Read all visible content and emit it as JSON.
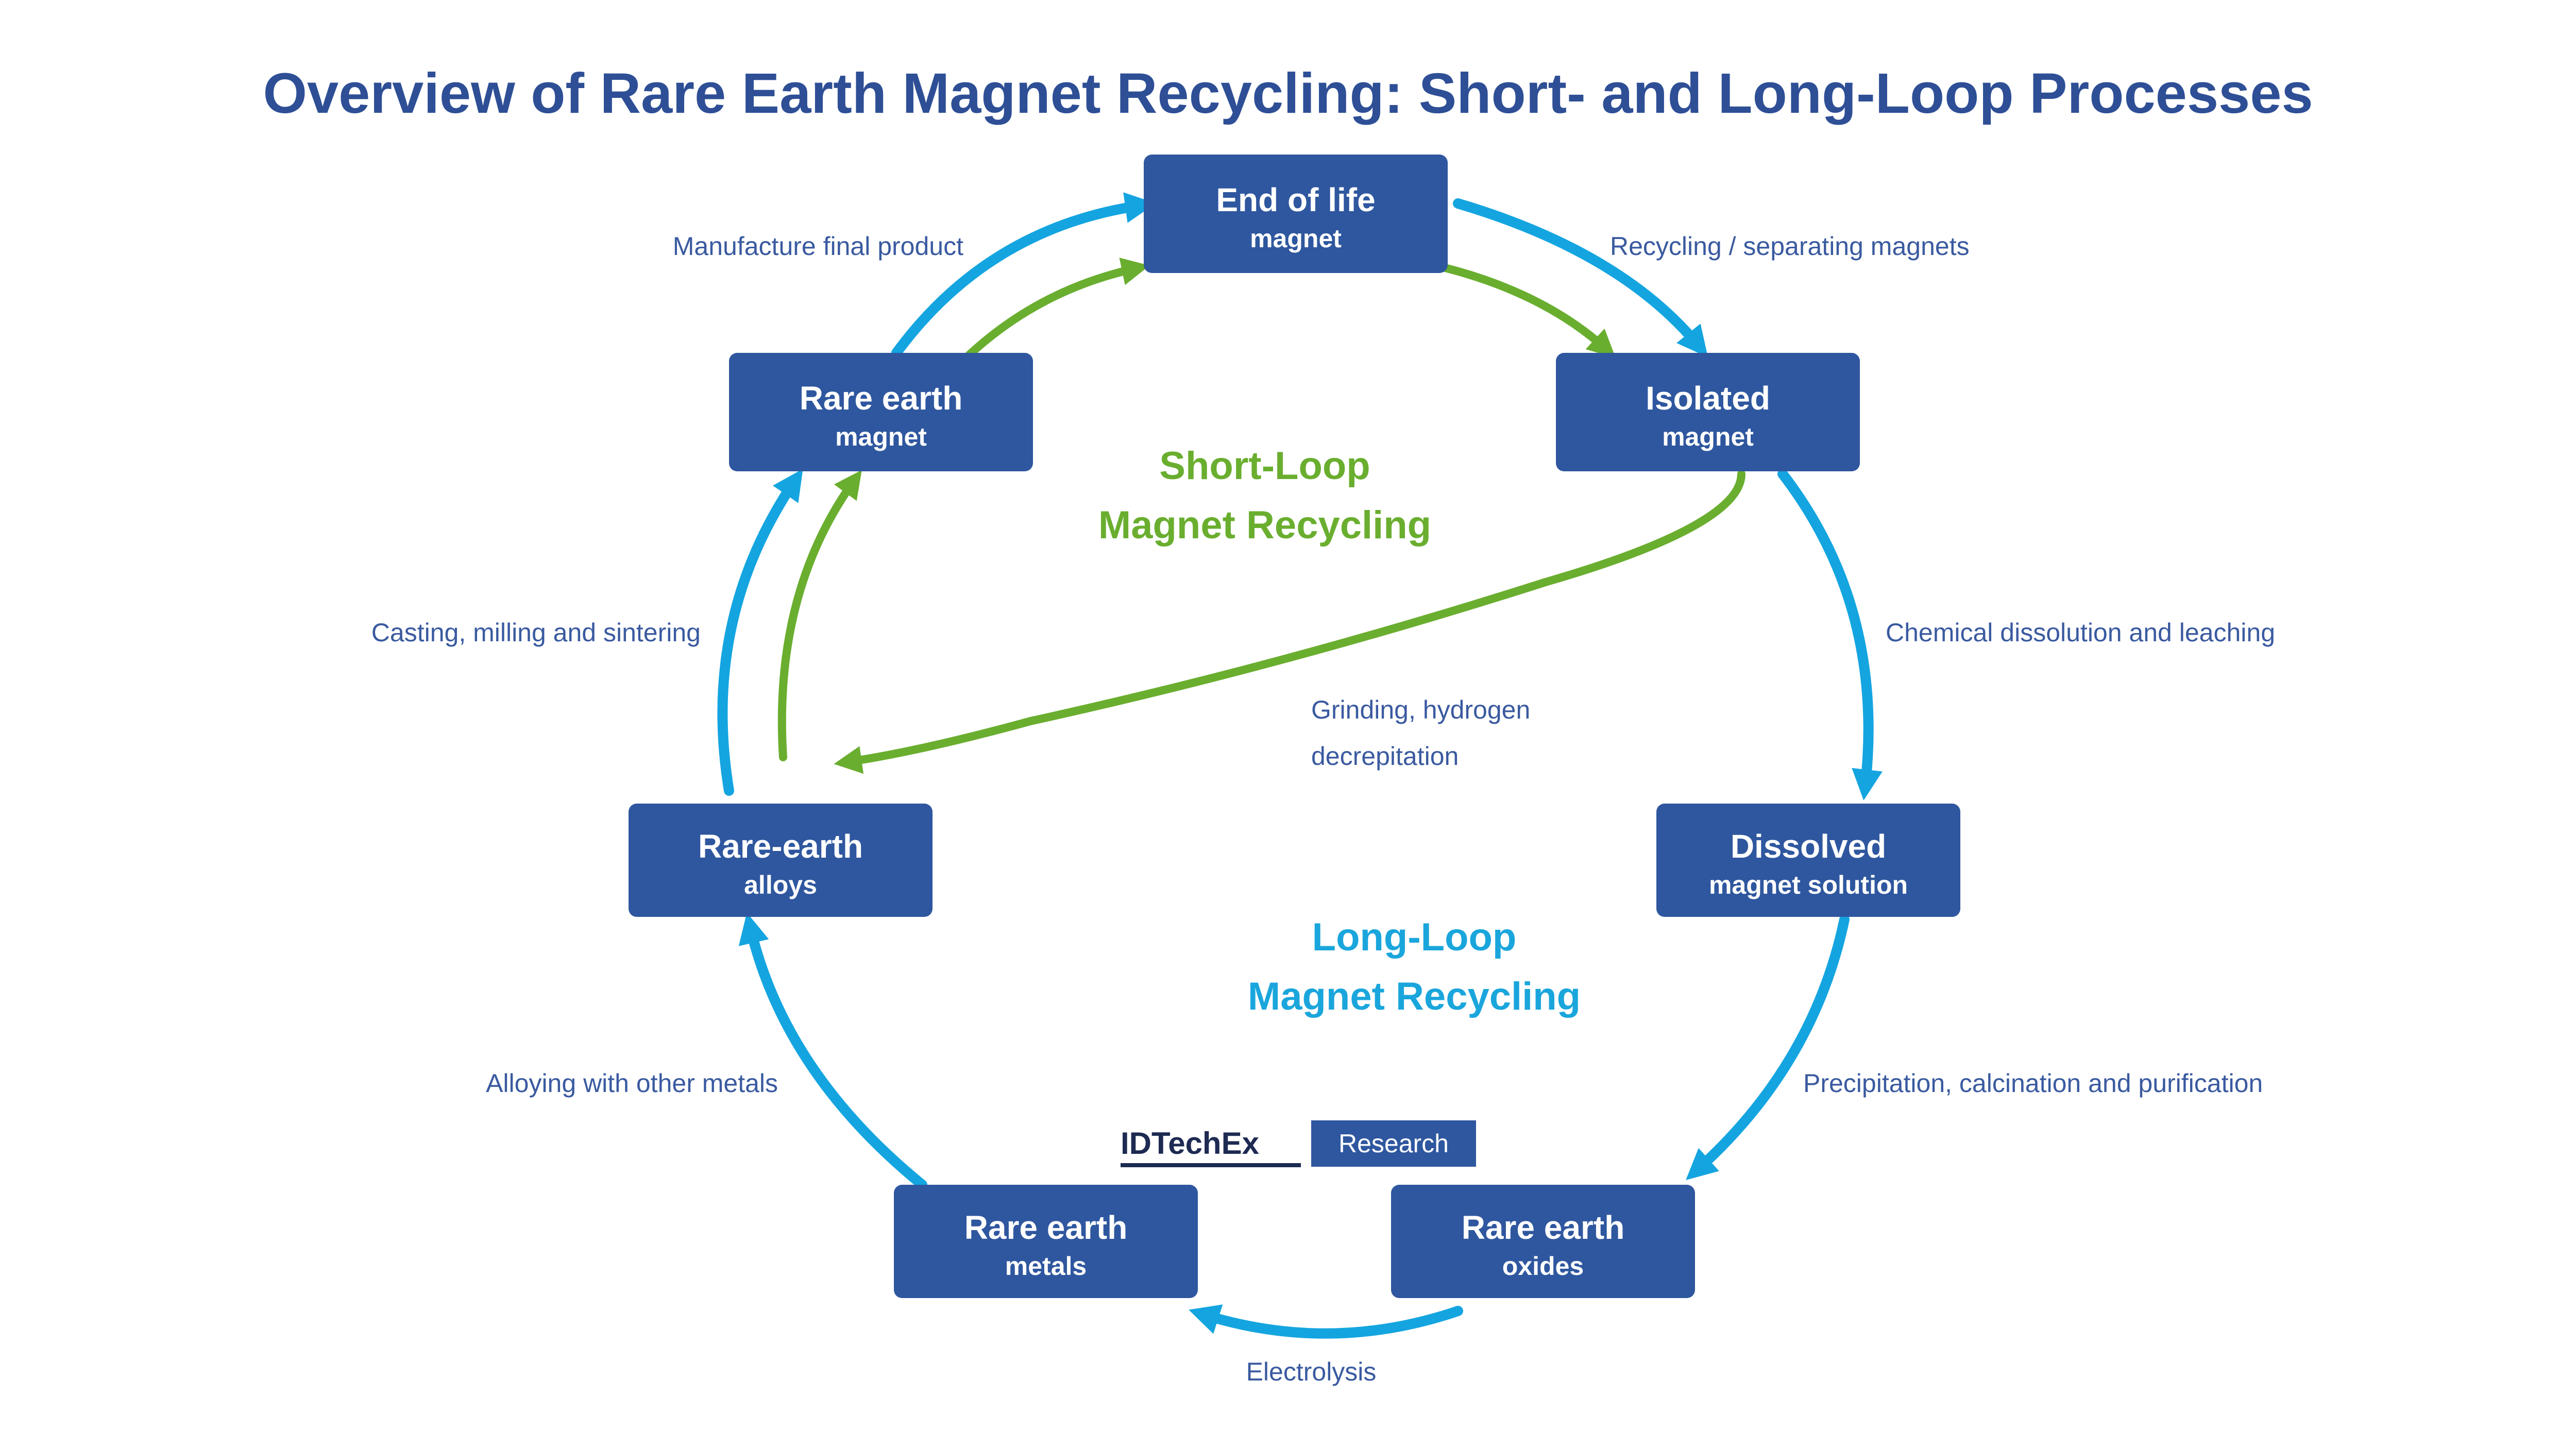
{
  "title": "Overview of Rare Earth Magnet Recycling: Short- and Long-Loop Processes",
  "colors": {
    "node_fill": "#2f579f",
    "title": "#2e4f96",
    "long_loop": "#14a5e0",
    "short_loop": "#6aae2f",
    "label_text": "#3a5aa0"
  },
  "nodes": [
    {
      "line1": "End of life",
      "line2": "magnet"
    },
    {
      "line1": "Isolated",
      "line2": "magnet"
    },
    {
      "line1": "Dissolved",
      "line2": "magnet solution"
    },
    {
      "line1": "Rare earth",
      "line2": "oxides"
    },
    {
      "line1": "Rare earth",
      "line2": "metals"
    },
    {
      "line1": "Rare-earth",
      "line2": "alloys"
    },
    {
      "line1": "Rare earth",
      "line2": "magnet"
    }
  ],
  "step_labels": {
    "top_left": "Manufacture final product",
    "top_right": "Recycling / separating magnets",
    "right": "Chemical dissolution and leaching",
    "lower_right": "Precipitation, calcination and purification",
    "bottom": "Electrolysis",
    "lower_left": "Alloying with other metals",
    "left": "Casting, milling and sintering",
    "middle_line1": "Grinding, hydrogen",
    "middle_line2": "decrepitation"
  },
  "loops": {
    "short_line1": "Short-Loop",
    "short_line2": "Magnet Recycling",
    "long_line1": "Long-Loop",
    "long_line2": "Magnet Recycling"
  },
  "logo": {
    "brand": "IDTechEx",
    "box": "Research"
  }
}
